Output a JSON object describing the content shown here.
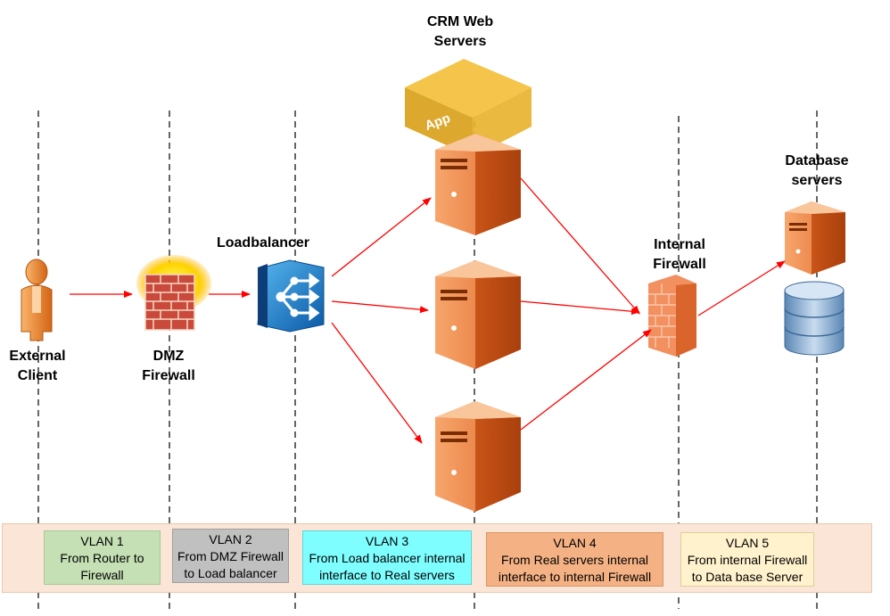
{
  "nodes": {
    "external_client": {
      "line1": "External",
      "line2": "Client"
    },
    "dmz_firewall": {
      "line1": "DMZ",
      "line2": "Firewall"
    },
    "loadbalancer": {
      "label": "Loadbalancer"
    },
    "crm_web_servers": {
      "line1": "CRM Web",
      "line2": "Servers",
      "app_badge": "App"
    },
    "internal_firewall": {
      "line1": "Internal",
      "line2": "Firewall"
    },
    "database_servers": {
      "line1": "Database",
      "line2": "servers"
    }
  },
  "vlans": [
    {
      "title": "VLAN 1",
      "line1": "From Router to",
      "line2": "Firewall",
      "color": "#c5e0b4"
    },
    {
      "title": "VLAN 2",
      "line1": "From DMZ Firewall",
      "line2": "to Load balancer",
      "color": "#c0c0c0"
    },
    {
      "title": "VLAN 3",
      "line1": "From Load balancer internal",
      "line2": "interface to Real servers",
      "color": "#7ffeff"
    },
    {
      "title": "VLAN 4",
      "line1": "From Real servers internal",
      "line2": "interface to internal Firewall",
      "color": "#f4b183"
    },
    {
      "title": "VLAN 5",
      "line1": "From internal Firewall",
      "line2": "to Data base Server",
      "color": "#fff2cc"
    }
  ],
  "colors": {
    "arrow": "#ff0000",
    "server_orange": "#e8743b",
    "band": "#fbe5d6"
  }
}
